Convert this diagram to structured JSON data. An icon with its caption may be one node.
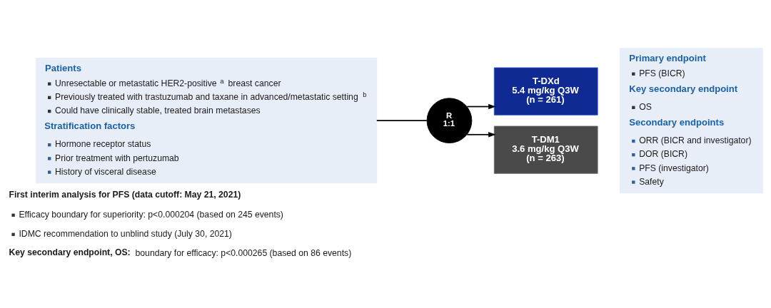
{
  "diagram": {
    "nodes": [
      {
        "text": [
          "Patients",
          "Unresectable or metastatic HER2-positive$^{a}$ breast cancer",
          "Previously treated with trastuzumab and taxane in advanced/metastatic setting$^{b}$",
          "Could have clinically stable, treated brain metastases",
          "Stratification factors",
          "Hormone receptor status",
          "Prior treatment with pertuzumab",
          "History of visceral disease"
        ]
      },
      {
        "text": [
          "R",
          "1:1"
        ]
      },
      {
        "text": [
          "T-DXd",
          "5.4 mg/kg Q3W",
          "(n = 261)"
        ]
      },
      {
        "text": [
          "T-DM1",
          "3.6 mg/kg Q3W",
          "(n = 263)"
        ]
      },
      {
        "text": [
          "Primary endpoint",
          "PFS (BICR)",
          "Key secondary endpoint",
          "OS",
          "Secondary endpoints",
          "ORR (BICR and investigator)",
          "DOR (BICR)",
          "PFS (investigator)",
          "Safety"
        ]
      }
    ],
    "edges": [
      {
        "from": 0,
        "to": 1,
        "arrow": "none"
      },
      {
        "from": 1,
        "to": 2,
        "arrow": "to"
      },
      {
        "from": 1,
        "to": 3,
        "arrow": "to"
      }
    ],
    "labels": [
      "First interim analysis for PFS (data cutoff: May 21, 2021)",
      "Efficacy boundary for superiority: p<0.000204 (based on 245 events)",
      "IDMC recommendation to unblind study (July 30, 2021)",
      "**Key secondary endpoint, OS:** boundary for efficacy: p<0.000265 (based on 86 events)"
    ]
  }
}
